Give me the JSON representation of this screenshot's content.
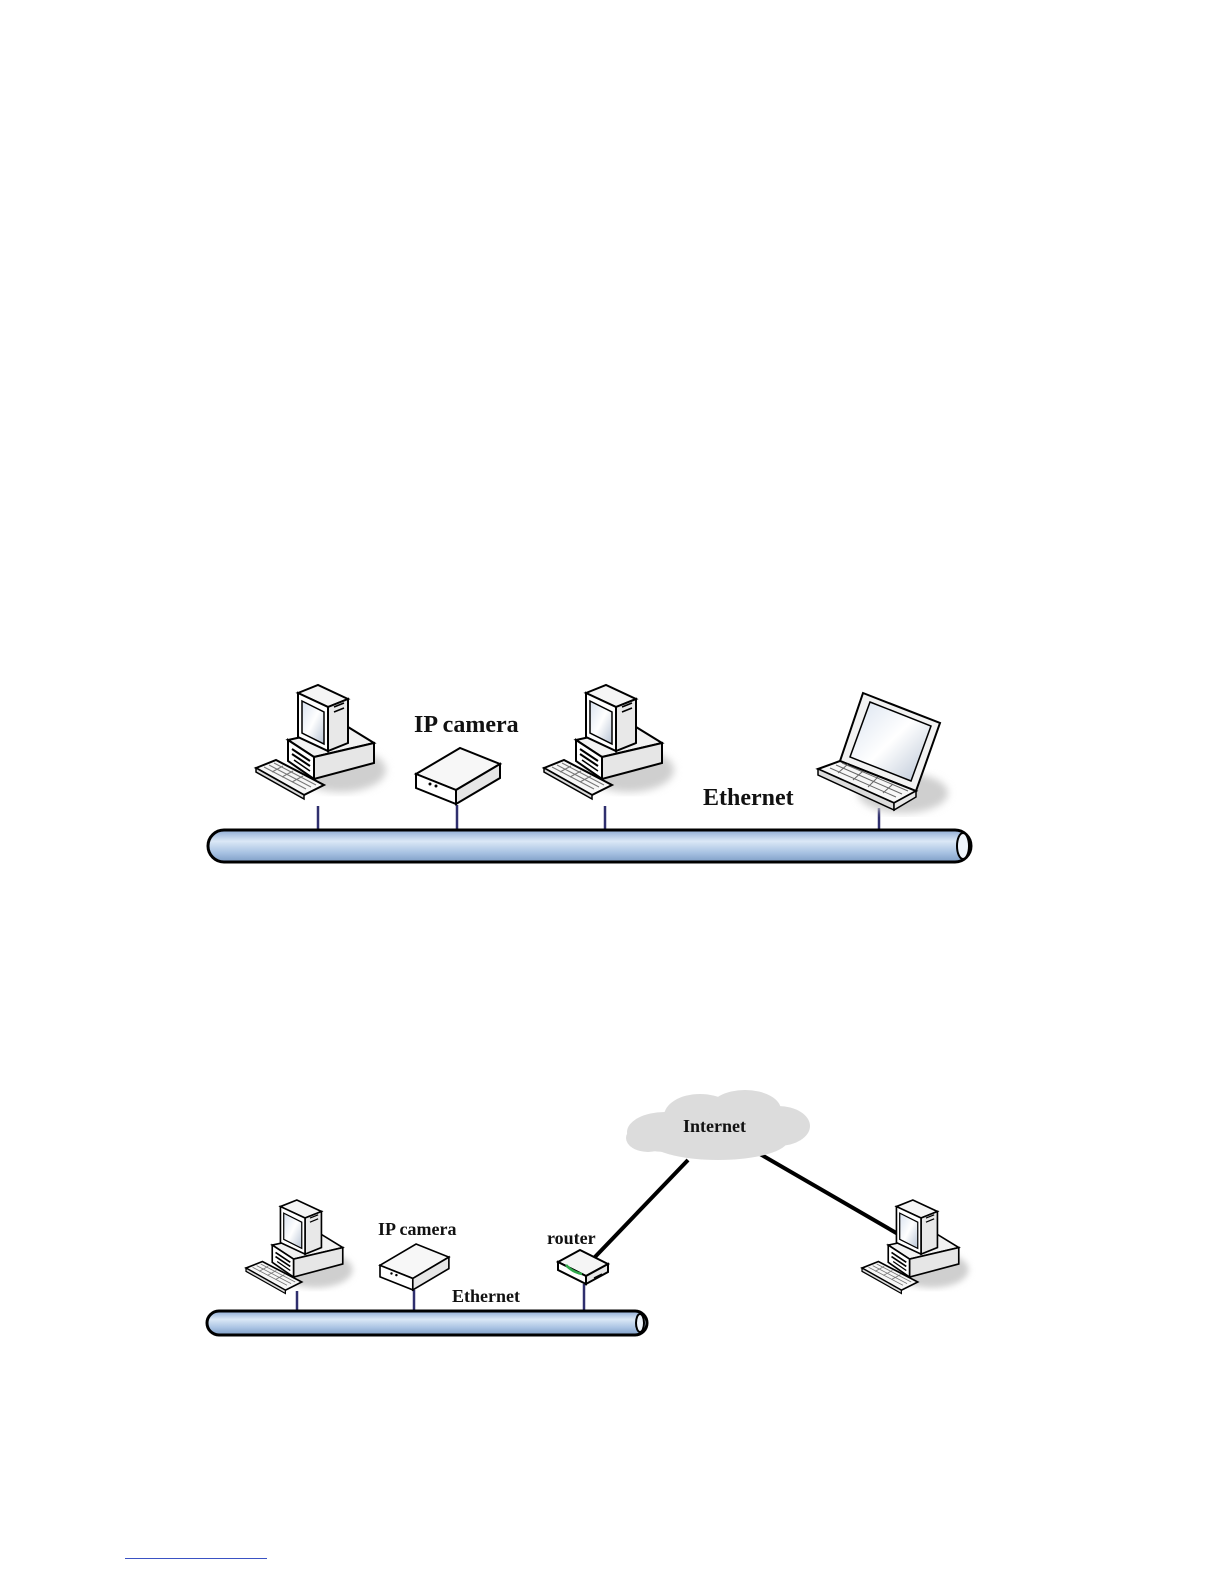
{
  "diagram1": {
    "camera_label": "IP camera",
    "network_label": "Ethernet"
  },
  "diagram2": {
    "camera_label": "IP camera",
    "router_label": "router",
    "network_label": "Ethernet",
    "cloud_label": "Internet"
  },
  "colors": {
    "pipe_fill": "#a9c3e3",
    "pipe_highlight": "#dbe8f6",
    "pipe_shadow": "#7f9ec7",
    "connector": "#2f2f6e",
    "cloud": "#dcdcdc",
    "footer_line": "#3a52c4"
  }
}
